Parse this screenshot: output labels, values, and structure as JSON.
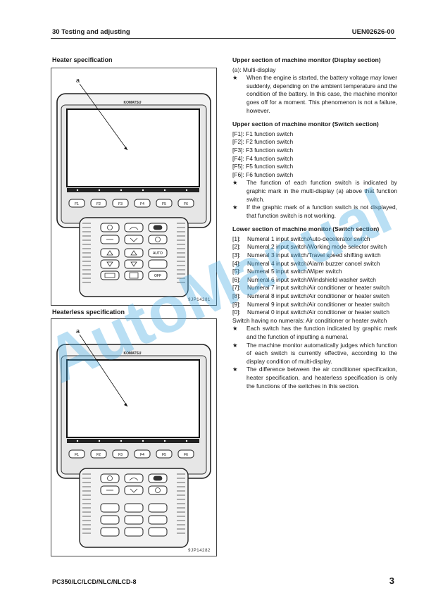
{
  "header": {
    "section": "30 Testing and adjusting",
    "doc_code": "UEN02626-00"
  },
  "figures": [
    {
      "title": "Heater specification",
      "callout": "a",
      "brand": "KOMATSU",
      "fkeys": [
        "F1",
        "F2",
        "F3",
        "F4",
        "F5",
        "F6"
      ],
      "pad_labels": [
        "AUTO",
        "OFF"
      ],
      "code": "9JP14281"
    },
    {
      "title": "Heaterless specification",
      "callout": "a",
      "brand": "KOMATSU",
      "fkeys": [
        "F1",
        "F2",
        "F3",
        "F4",
        "F5",
        "F6"
      ],
      "code": "9JP14282"
    }
  ],
  "content": {
    "upper_display": {
      "heading": "Upper section of machine monitor (Display section)",
      "item_a": "(a): Multi-display",
      "note": "When the engine is started, the battery voltage may lower suddenly, depending on the ambient temperature and the condition of the battery. In this case, the machine monitor goes off for a moment. This phenomenon is not a failure, however."
    },
    "upper_switch": {
      "heading": "Upper section of machine monitor (Switch section)",
      "items": [
        "[F1]: F1 function switch",
        "[F2]: F2 function switch",
        "[F3]: F3 function switch",
        "[F4]: F4 function switch",
        "[F5]: F5 function switch",
        "[F6]: F6 function switch"
      ],
      "notes": [
        "The function of each function switch is indicated by graphic mark in the multi-display (a) above that function switch.",
        "If the graphic mark of a function switch is not displayed, that function switch is not working."
      ]
    },
    "lower_switch": {
      "heading": "Lower section of machine monitor (Switch section)",
      "items": [
        {
          "key": "[1]:",
          "text": "Numeral 1 input switch/Auto-decelerator switch"
        },
        {
          "key": "[2]:",
          "text": "Numeral 2 input switch/Working mode selector switch"
        },
        {
          "key": "[3]:",
          "text": "Numeral 3 input switch/Travel speed shifting switch"
        },
        {
          "key": "[4]:",
          "text": "Numeral 4 input switch/Alarm buzzer cancel switch"
        },
        {
          "key": "[5]:",
          "text": "Numeral 5 input switch/Wiper switch"
        },
        {
          "key": "[6]:",
          "text": "Numeral 6 input switch/Windshield washer switch"
        },
        {
          "key": "[7]:",
          "text": "Numeral 7 input switch/Air conditioner or heater switch"
        },
        {
          "key": "[8]:",
          "text": "Numeral 8 input switch/Air conditioner or heater switch"
        },
        {
          "key": "[9]:",
          "text": "Numeral 9 input switch/Air conditioner or heater switch"
        },
        {
          "key": "[0]:",
          "text": "Numeral 0 input switch/Air conditioner or heater switch"
        }
      ],
      "no_numerals": "Switch having no numerals: Air conditioner or heater switch",
      "notes": [
        "Each switch has the function indicated by graphic mark and the function of inputting a numeral.",
        "The machine monitor automatically judges which function of each switch is currently effective, according to the display condition of multi-display.",
        "The difference between the air conditioner specification, heater specification, and heaterless specification is only the functions of the switches in this section."
      ]
    },
    "star": "★"
  },
  "footer": {
    "model": "PC350/LC/LCD/NLC/NLCD-8",
    "page": "3"
  },
  "watermark": "AutoManual"
}
